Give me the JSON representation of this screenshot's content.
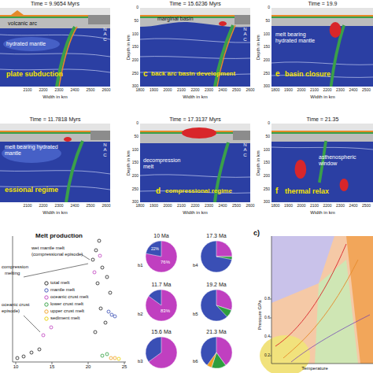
{
  "diagram": {
    "labels": [
      "Time = 9.9654 Myrs",
      "volcanic arc",
      "hydrated mantle",
      "plate subduction",
      "NAC",
      "Time = 15.6236 Myrs",
      "marginal basin",
      "c",
      "back arc basin development",
      "NAC",
      "Time = 19.9",
      "melt bearing hydrated mantle",
      "e",
      "basin closure",
      "Time = 11.7818 Myrs",
      "melt bearing hydrated mantle",
      "essional regime",
      "NAC",
      "Time = 17.3137 Myrs",
      "decompression melt",
      "d",
      "compressional regime",
      "NAC",
      "Time = 21.35",
      "asthenospheric window",
      "f",
      "thermal relax",
      "Width in km",
      "Width in km",
      "Width in km",
      "Width in km",
      "Width in km",
      "Width in km",
      "Depth in km",
      "Depth in km",
      "Depth in km",
      "Depth in km",
      "Melt production",
      "wet mantle melt",
      "(compressional episode)",
      "compression",
      "melting",
      "oceanic crust",
      "episode)",
      "10",
      "15",
      "20",
      "25",
      "10 Ma",
      "17.3 Ma",
      "11.7 Ma",
      "19.2 Ma",
      "15.6 Ma",
      "21.3 Ma",
      "b1",
      "b4",
      "b2",
      "b5",
      "b3",
      "b6",
      "76%",
      "22%",
      "83%",
      "c)",
      "Pressure GPa",
      "0.2",
      "0.4",
      "0.6",
      "0.8",
      "Temperature",
      "2100",
      "2200",
      "2300",
      "2400",
      "2500",
      "2600",
      "1800",
      "1900",
      "2000",
      "2100",
      "2200",
      "2300",
      "2400",
      "2500",
      "2600",
      "1800",
      "1900",
      "2000",
      "2100",
      "2200",
      "2300",
      "2400",
      "2500",
      "2100",
      "2200",
      "2300",
      "2400",
      "2500",
      "2600",
      "1800",
      "1900",
      "2000",
      "2100",
      "2200",
      "2300",
      "2400",
      "2500",
      "2600",
      "1800",
      "1900",
      "2000",
      "2100",
      "2200",
      "2300",
      "2400",
      "2500",
      "0",
      "50",
      "100",
      "150",
      "200",
      "250",
      "300",
      "0",
      "50",
      "100",
      "150",
      "200",
      "250",
      "300",
      "0",
      "50",
      "100",
      "150",
      "200",
      "250",
      "300",
      "0",
      "50",
      "100",
      "150",
      "200",
      "250",
      "300"
    ],
    "legend": [
      {
        "text": "total melt"
      },
      {
        "text": "mantle melt"
      },
      {
        "text": "oceanic crust melt"
      },
      {
        "text": "lower crust melt"
      },
      {
        "text": "upper crust melt"
      },
      {
        "text": "sediment melt"
      }
    ]
  }
}
